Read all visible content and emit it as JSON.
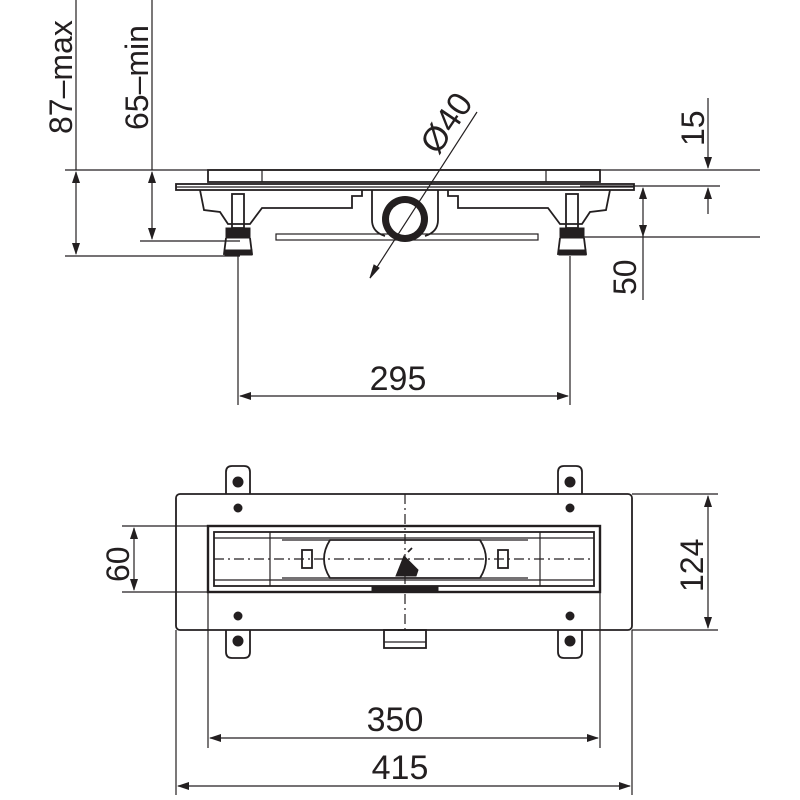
{
  "side_view": {
    "height_max_label": "87–max",
    "height_min_label": "65–min",
    "diameter_label": "Ø40",
    "cover_thickness_label": "15",
    "outlet_height_label": "50",
    "feet_spacing_label": "295"
  },
  "top_view": {
    "inner_width_label": "60",
    "outer_width_label": "124",
    "channel_length_label": "350",
    "frame_length_label": "415"
  }
}
